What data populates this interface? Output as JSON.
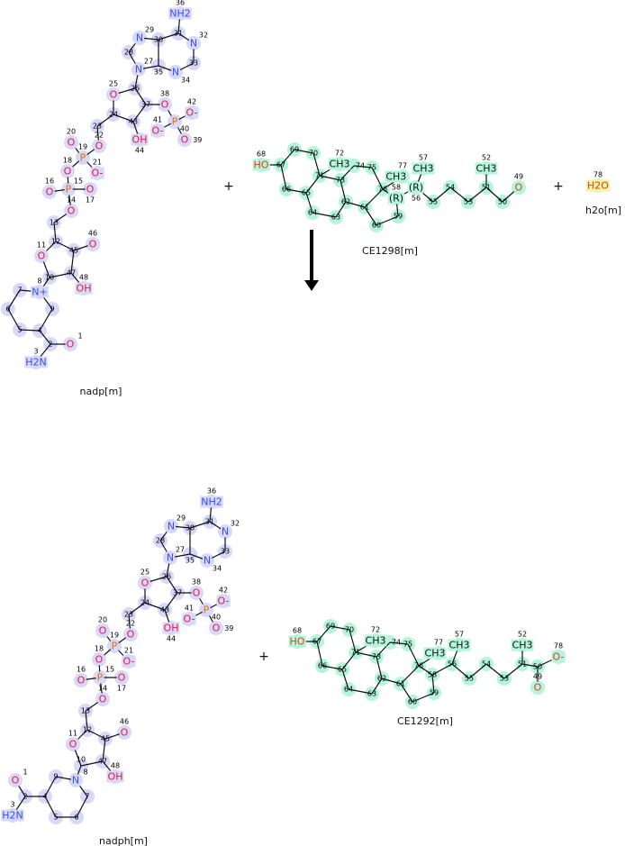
{
  "reaction": {
    "reactants": [
      {
        "id": "nadp",
        "name": "nadp[m]",
        "highlight": "#d8d8fa",
        "atoms": [
          {
            "n": "1",
            "t": "O"
          },
          {
            "n": "2",
            "t": ""
          },
          {
            "n": "3",
            "t": "H2N"
          },
          {
            "n": "4",
            "t": ""
          },
          {
            "n": "5",
            "t": ""
          },
          {
            "n": "6",
            "t": ""
          },
          {
            "n": "7",
            "t": ""
          },
          {
            "n": "8",
            "t": "N+"
          },
          {
            "n": "9",
            "t": ""
          },
          {
            "n": "10",
            "t": ""
          },
          {
            "n": "11",
            "t": "O"
          },
          {
            "n": "12",
            "t": ""
          },
          {
            "n": "13",
            "t": ""
          },
          {
            "n": "14",
            "t": "O"
          },
          {
            "n": "15",
            "t": "P"
          },
          {
            "n": "16",
            "t": "O"
          },
          {
            "n": "17",
            "t": "O"
          },
          {
            "n": "18",
            "t": "O"
          },
          {
            "n": "19",
            "t": "P"
          },
          {
            "n": "20",
            "t": "O"
          },
          {
            "n": "21",
            "t": "O-"
          },
          {
            "n": "22",
            "t": "O"
          },
          {
            "n": "23",
            "t": ""
          },
          {
            "n": "24",
            "t": ""
          },
          {
            "n": "25",
            "t": "O"
          },
          {
            "n": "26",
            "t": ""
          },
          {
            "n": "27",
            "t": "N"
          },
          {
            "n": "28",
            "t": ""
          },
          {
            "n": "29",
            "t": "N"
          },
          {
            "n": "30",
            "t": ""
          },
          {
            "n": "31",
            "t": ""
          },
          {
            "n": "32",
            "t": "N"
          },
          {
            "n": "33",
            "t": ""
          },
          {
            "n": "34",
            "t": "N"
          },
          {
            "n": "35",
            "t": ""
          },
          {
            "n": "36",
            "t": "NH2"
          },
          {
            "n": "37",
            "t": ""
          },
          {
            "n": "38",
            "t": "O"
          },
          {
            "n": "39",
            "t": "P"
          },
          {
            "n": "40",
            "t": "O"
          },
          {
            "n": "41",
            "t": "O-"
          },
          {
            "n": "42",
            "t": "O-"
          },
          {
            "n": "43",
            "t": ""
          },
          {
            "n": "44",
            "t": "OH"
          },
          {
            "n": "45",
            "t": ""
          },
          {
            "n": "46",
            "t": "O"
          },
          {
            "n": "47",
            "t": ""
          },
          {
            "n": "48",
            "t": "OH"
          }
        ]
      },
      {
        "id": "ce1298",
        "name": "CE1298[m]",
        "highlight": "#b4f5dc",
        "atoms": [
          {
            "n": "49",
            "t": "O"
          },
          {
            "n": "50",
            "t": ""
          },
          {
            "n": "51",
            "t": ""
          },
          {
            "n": "52",
            "t": "CH3"
          },
          {
            "n": "53",
            "t": ""
          },
          {
            "n": "54",
            "t": ""
          },
          {
            "n": "55",
            "t": ""
          },
          {
            "n": "56",
            "t": "(R)"
          },
          {
            "n": "57",
            "t": "CH3"
          },
          {
            "n": "58",
            "t": "(R)"
          },
          {
            "n": "59",
            "t": ""
          },
          {
            "n": "60",
            "t": ""
          },
          {
            "n": "61",
            "t": ""
          },
          {
            "n": "62",
            "t": ""
          },
          {
            "n": "63",
            "t": ""
          },
          {
            "n": "64",
            "t": ""
          },
          {
            "n": "65",
            "t": ""
          },
          {
            "n": "66",
            "t": ""
          },
          {
            "n": "67",
            "t": ""
          },
          {
            "n": "68",
            "t": "HO"
          },
          {
            "n": "69",
            "t": ""
          },
          {
            "n": "70",
            "t": ""
          },
          {
            "n": "71",
            "t": ""
          },
          {
            "n": "72",
            "t": "CH3"
          },
          {
            "n": "73",
            "t": ""
          },
          {
            "n": "74",
            "t": ""
          },
          {
            "n": "75",
            "t": ""
          },
          {
            "n": "76",
            "t": ""
          },
          {
            "n": "77",
            "t": "CH3"
          }
        ]
      },
      {
        "id": "h2o",
        "name": "h2o[m]",
        "highlight": "#eef5a8",
        "atoms": [
          {
            "n": "78",
            "t": "H2O"
          }
        ]
      }
    ],
    "products": [
      {
        "id": "nadph",
        "name": "nadph[m]",
        "highlight": "#d8d8fa",
        "atoms": [
          {
            "n": "1",
            "t": "O"
          },
          {
            "n": "2",
            "t": ""
          },
          {
            "n": "3",
            "t": "H2N"
          },
          {
            "n": "4",
            "t": ""
          },
          {
            "n": "5",
            "t": ""
          },
          {
            "n": "6",
            "t": ""
          },
          {
            "n": "7",
            "t": ""
          },
          {
            "n": "8",
            "t": "N"
          },
          {
            "n": "9",
            "t": ""
          },
          {
            "n": "10",
            "t": ""
          },
          {
            "n": "11",
            "t": "O"
          },
          {
            "n": "12",
            "t": ""
          },
          {
            "n": "13",
            "t": ""
          },
          {
            "n": "14",
            "t": "O"
          },
          {
            "n": "15",
            "t": "P"
          },
          {
            "n": "16",
            "t": "O"
          },
          {
            "n": "17",
            "t": "O"
          },
          {
            "n": "18",
            "t": "O"
          },
          {
            "n": "19",
            "t": "P"
          },
          {
            "n": "20",
            "t": "O"
          },
          {
            "n": "21",
            "t": "O-"
          },
          {
            "n": "22",
            "t": "O"
          },
          {
            "n": "23",
            "t": ""
          },
          {
            "n": "24",
            "t": ""
          },
          {
            "n": "25",
            "t": "O"
          },
          {
            "n": "26",
            "t": ""
          },
          {
            "n": "27",
            "t": "N"
          },
          {
            "n": "28",
            "t": ""
          },
          {
            "n": "29",
            "t": "N"
          },
          {
            "n": "30",
            "t": ""
          },
          {
            "n": "31",
            "t": ""
          },
          {
            "n": "32",
            "t": "N"
          },
          {
            "n": "33",
            "t": ""
          },
          {
            "n": "34",
            "t": "N"
          },
          {
            "n": "35",
            "t": ""
          },
          {
            "n": "36",
            "t": "NH2"
          },
          {
            "n": "37",
            "t": ""
          },
          {
            "n": "38",
            "t": "O"
          },
          {
            "n": "39",
            "t": "P"
          },
          {
            "n": "40",
            "t": "O"
          },
          {
            "n": "41",
            "t": "O-"
          },
          {
            "n": "42",
            "t": "O-"
          },
          {
            "n": "43",
            "t": ""
          },
          {
            "n": "44",
            "t": "OH"
          },
          {
            "n": "45",
            "t": ""
          },
          {
            "n": "46",
            "t": "O"
          },
          {
            "n": "47",
            "t": ""
          },
          {
            "n": "48",
            "t": "OH"
          }
        ]
      },
      {
        "id": "ce1292",
        "name": "CE1292[m]",
        "highlight": "#b4f5dc",
        "atoms": [
          {
            "n": "49",
            "t": "O"
          },
          {
            "n": "50",
            "t": ""
          },
          {
            "n": "51",
            "t": ""
          },
          {
            "n": "52",
            "t": "CH3"
          },
          {
            "n": "53",
            "t": ""
          },
          {
            "n": "54",
            "t": ""
          },
          {
            "n": "55",
            "t": ""
          },
          {
            "n": "56",
            "t": ""
          },
          {
            "n": "57",
            "t": "CH3"
          },
          {
            "n": "58",
            "t": ""
          },
          {
            "n": "59",
            "t": ""
          },
          {
            "n": "60",
            "t": ""
          },
          {
            "n": "61",
            "t": ""
          },
          {
            "n": "62",
            "t": ""
          },
          {
            "n": "63",
            "t": ""
          },
          {
            "n": "64",
            "t": ""
          },
          {
            "n": "65",
            "t": ""
          },
          {
            "n": "66",
            "t": ""
          },
          {
            "n": "67",
            "t": ""
          },
          {
            "n": "68",
            "t": "HO"
          },
          {
            "n": "69",
            "t": ""
          },
          {
            "n": "70",
            "t": ""
          },
          {
            "n": "71",
            "t": ""
          },
          {
            "n": "72",
            "t": "CH3"
          },
          {
            "n": "73",
            "t": ""
          },
          {
            "n": "74",
            "t": ""
          },
          {
            "n": "75",
            "t": ""
          },
          {
            "n": "76",
            "t": ""
          },
          {
            "n": "77",
            "t": "CH3"
          },
          {
            "n": "78",
            "t": "O-"
          }
        ]
      }
    ],
    "plus_sign": "+",
    "colors": {
      "N": "#3050f8",
      "O": "#e8183c",
      "P": "#e07000",
      "C": "#111111",
      "O_steroid": "#e03c1c"
    }
  }
}
